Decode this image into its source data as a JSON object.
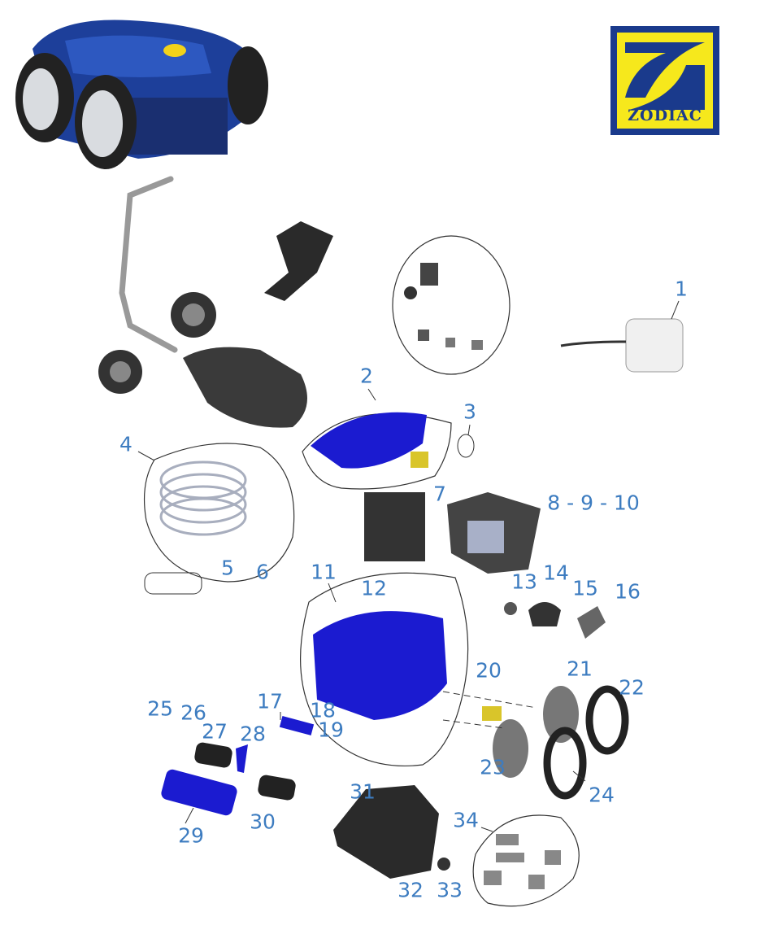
{
  "logo": {
    "brand": "ZODIAC",
    "colors": {
      "blue": "#1a3a8c",
      "yellow": "#f6e81c"
    }
  },
  "label_color": "#3d7cc0",
  "part_color": "#1b1bd0",
  "labels": {
    "p1": "1",
    "p2": "2",
    "p3": "3",
    "p4": "4",
    "p5": "5",
    "p6": "6",
    "p7": "7",
    "p8_10": "8 - 9 - 10",
    "p11": "11",
    "p12": "12",
    "p13": "13",
    "p14": "14",
    "p15": "15",
    "p16": "16",
    "p17": "17",
    "p18": "18",
    "p19": "19",
    "p20": "20",
    "p21": "21",
    "p22": "22",
    "p23": "23",
    "p24": "24",
    "p25": "25",
    "p26": "26",
    "p27": "27",
    "p28": "28",
    "p29": "29",
    "p30": "30",
    "p31": "31",
    "p32": "32",
    "p33": "33",
    "p34": "34"
  }
}
